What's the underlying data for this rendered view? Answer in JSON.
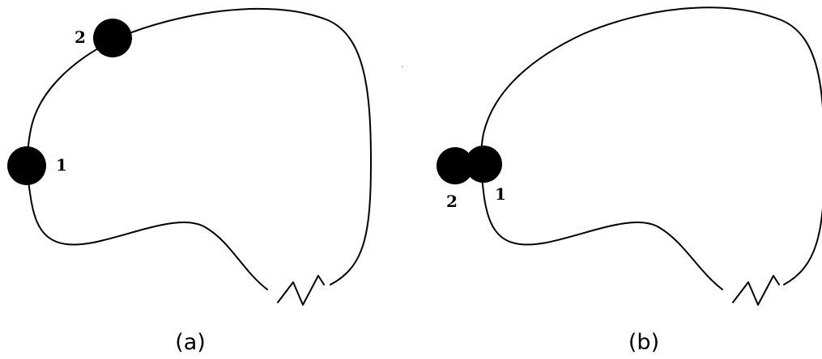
{
  "panels": [
    {
      "caption": "(a)",
      "beads": [
        {
          "label": "1"
        },
        {
          "label": "2"
        }
      ]
    },
    {
      "caption": "(b)",
      "beads": [
        {
          "label": "1"
        },
        {
          "label": "2"
        }
      ]
    }
  ],
  "colors": {
    "ink": "#000000",
    "background": "#ffffff"
  }
}
